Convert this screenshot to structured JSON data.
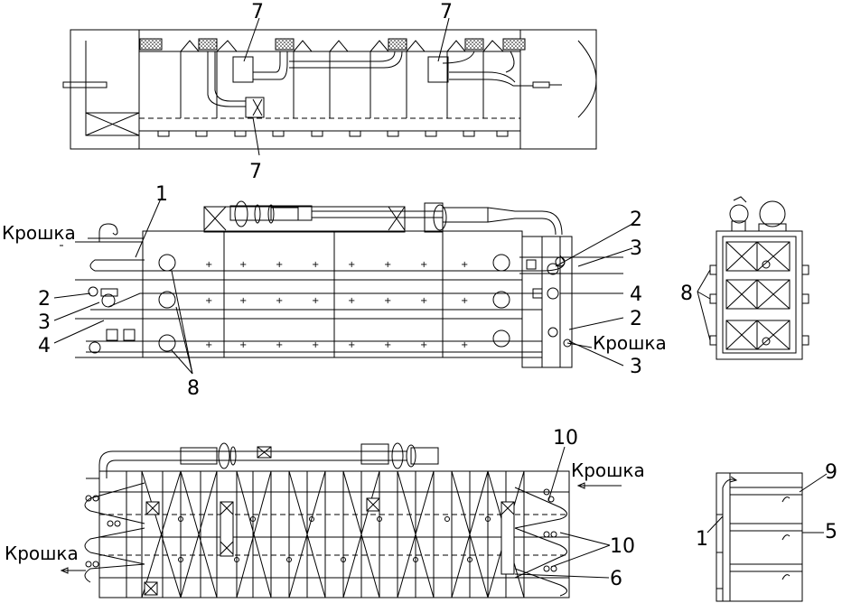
{
  "labels": {
    "top_unit_top_7a": "7",
    "top_unit_top_7b": "7",
    "top_unit_bottom_7": "7",
    "front_1": "1",
    "front_2_right_top": "2",
    "front_3_right_top": "3",
    "front_4_right": "4",
    "front_2_right_bottom": "2",
    "front_3_right_bottom": "3",
    "front_2_left": "2",
    "front_3_left": "3",
    "front_4_left": "4",
    "front_8": "8",
    "side_8": "8",
    "bottom_10_top": "10",
    "bottom_10_mid": "10",
    "bottom_6": "6",
    "small_9": "9",
    "small_5": "5",
    "small_1": "1"
  },
  "crumb_labels": {
    "front_top_left": "Крошка",
    "front_bottom_right": "Крошка",
    "bottom_top_right": "Крошка",
    "bottom_left": "Крошка"
  },
  "colors": {
    "line": "#000000",
    "background": "#ffffff"
  }
}
